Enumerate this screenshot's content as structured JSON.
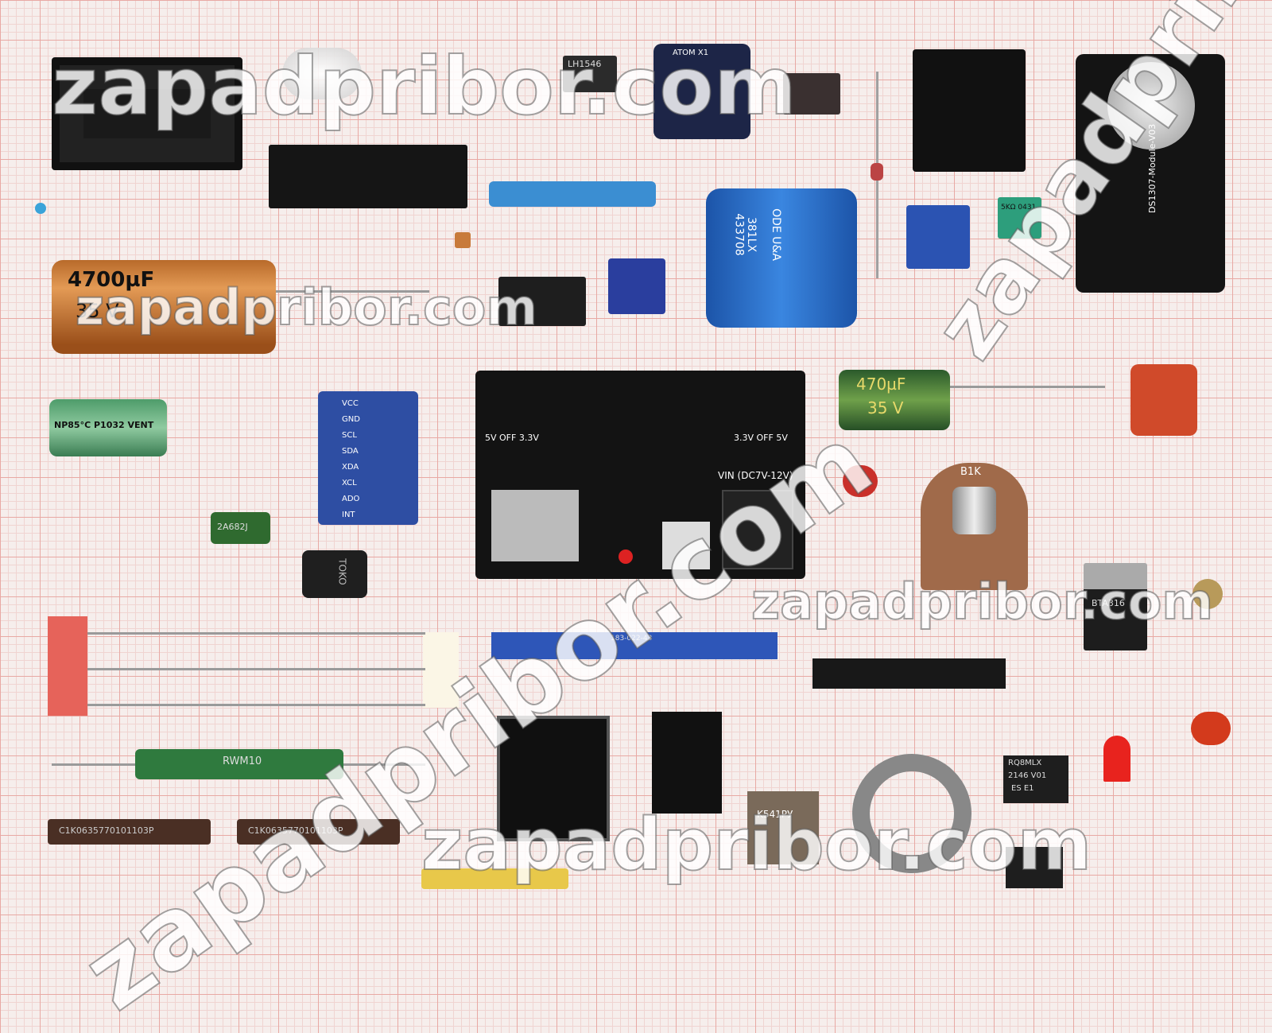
{
  "watermark": "zapadpribor.com",
  "components": {
    "big_cap": {
      "value": "4700µF",
      "voltage": "35 V"
    },
    "green_cap": {
      "value": "470µF",
      "voltage": "35 V"
    },
    "np_cap": {
      "text": "NP85°C P1032 VENT"
    },
    "film_cap": {
      "text": "2A682J"
    },
    "blue_cap": {
      "line1": "ODE U&A",
      "line2": "381LX",
      "line3": "433708"
    },
    "rtc_module": {
      "text": "DS1307-Module-V03"
    },
    "power_board": {
      "text": "VIN (DC7V-12V)",
      "left": "5V OFF 3.3V",
      "right": "3.3V OFF 5V"
    },
    "imu": {
      "pins": [
        "VCC",
        "GND",
        "SCL",
        "SDA",
        "XDA",
        "XCL",
        "ADO",
        "INT"
      ]
    },
    "pot": {
      "text": "B1K"
    },
    "triac": {
      "text": "BTA316"
    },
    "power_resistor": {
      "text": "RWM10"
    },
    "resistor_network": {
      "text": "C1K0635770101103P"
    },
    "soic": {
      "line1": "RQ8MLX",
      "line2": "2146 V01",
      "line3": "ES E1"
    },
    "dip_ic": {
      "text": "K541РУ"
    },
    "optocoupler": {
      "text": "LH1546"
    },
    "atom": {
      "text": "ATOM X1"
    },
    "inductor": {
      "text": "TOKO"
    },
    "edge_connector": {
      "text": "183-022-43"
    },
    "trimmer": {
      "text": "5KΩ 0431"
    }
  }
}
